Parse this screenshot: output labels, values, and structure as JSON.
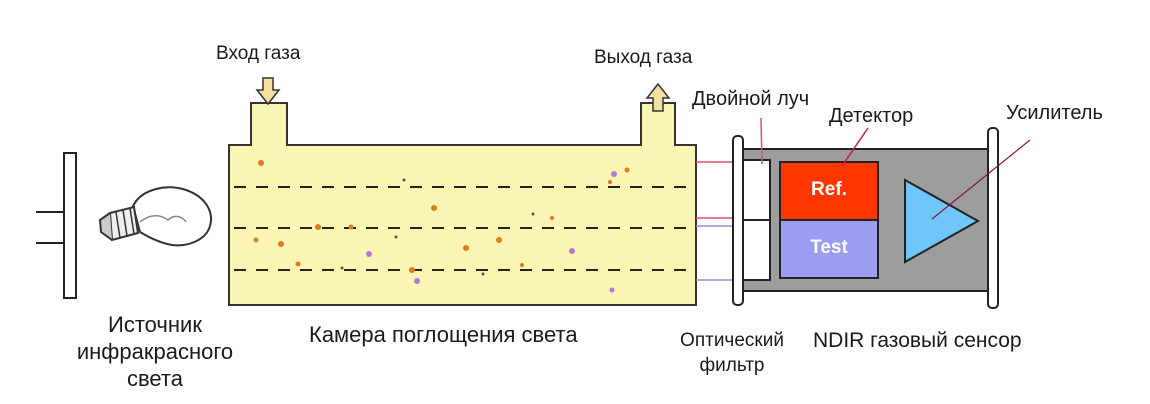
{
  "labels": {
    "gas_inlet": "Вход газа",
    "gas_outlet": "Выход газа",
    "dual_beam": "Двойной луч",
    "detector": "Детектор",
    "amplifier": "Усилитель",
    "ir_source": [
      "Источник",
      "инфракрасного",
      "света"
    ],
    "absorption_chamber": "Камера поглощения света",
    "optical_filter": [
      "Оптический",
      "фильтр"
    ],
    "ndir_sensor": "NDIR газовый сенсор",
    "ref": "Ref.",
    "test": "Test"
  },
  "colors": {
    "chamber_fill": "#fbf5b3",
    "ref_box": "#fe3600",
    "test_box": "#9c9cf3",
    "amplifier": "#6fc7f9",
    "sensor_body": "#9d9d9d",
    "pointer_line": "#c0185a"
  },
  "icons": [
    "arrow-down-icon",
    "arrow-up-icon",
    "light-bulb-icon",
    "amplifier-triangle-icon"
  ]
}
